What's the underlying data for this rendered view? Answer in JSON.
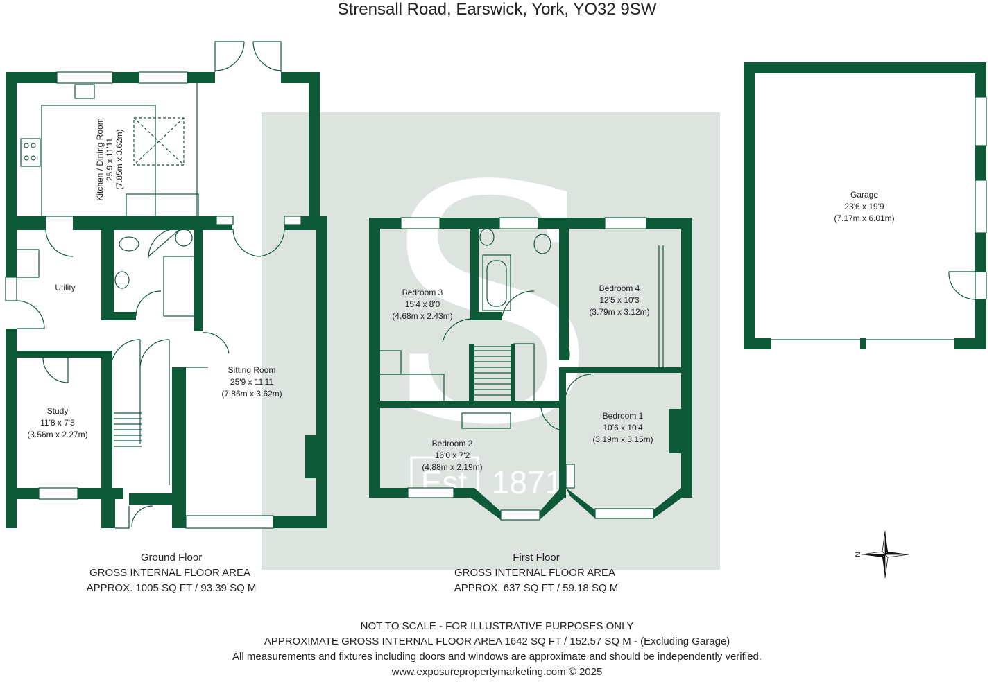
{
  "title": "Strensall Road, Earswick, York, YO32 9SW",
  "colors": {
    "wall": "#0e5a38",
    "watermark_bg": "#dde4e0",
    "text": "#222222"
  },
  "watermark": {
    "letter": "S",
    "est": "Est",
    "year": "1871"
  },
  "rooms": [
    {
      "id": "kitchen",
      "name": "Kitchen / Dining Room",
      "imperial": "25'9 x 11'11",
      "metric": "(7.85m x 3.62m)"
    },
    {
      "id": "utility",
      "name": "Utility"
    },
    {
      "id": "study",
      "name": "Study",
      "imperial": "11'8 x 7'5",
      "metric": "(3.56m x 2.27m)"
    },
    {
      "id": "sitting",
      "name": "Sitting Room",
      "imperial": "25'9 x 11'11",
      "metric": "(7.86m x 3.62m)"
    },
    {
      "id": "bedroom3",
      "name": "Bedroom 3",
      "imperial": "15'4 x 8'0",
      "metric": "(4.68m x 2.43m)"
    },
    {
      "id": "bedroom4",
      "name": "Bedroom 4",
      "imperial": "12'5 x 10'3",
      "metric": "(3.79m x 3.12m)"
    },
    {
      "id": "bedroom2",
      "name": "Bedroom 2",
      "imperial": "16'0 x 7'2",
      "metric": "(4.88m x 2.19m)"
    },
    {
      "id": "bedroom1",
      "name": "Bedroom 1",
      "imperial": "10'6 x 10'4",
      "metric": "(3.19m x 3.15m)"
    },
    {
      "id": "garage",
      "name": "Garage",
      "imperial": "23'6 x 19'9",
      "metric": "(7.17m x 6.01m)"
    }
  ],
  "floors": [
    {
      "id": "ground",
      "name": "Ground Floor",
      "line2": "GROSS INTERNAL FLOOR AREA",
      "line3": "APPROX. 1005 SQ FT / 93.39 SQ M"
    },
    {
      "id": "first",
      "name": "First Floor",
      "line2": "GROSS INTERNAL FLOOR AREA",
      "line3": "APPROX. 637 SQ FT / 59.18 SQ M"
    }
  ],
  "compass": {
    "letter": "N"
  },
  "footer": {
    "line1": "NOT TO SCALE - FOR ILLUSTRATIVE PURPOSES ONLY",
    "line2": "APPROXIMATE GROSS INTERNAL FLOOR AREA 1642 SQ FT / 152.57 SQ M - (Excluding Garage)",
    "line3": "All measurements and fixtures including doors and windows are approximate and should be independently verified.",
    "line4": "www.exposurepropertymarketing.com © 2025"
  }
}
